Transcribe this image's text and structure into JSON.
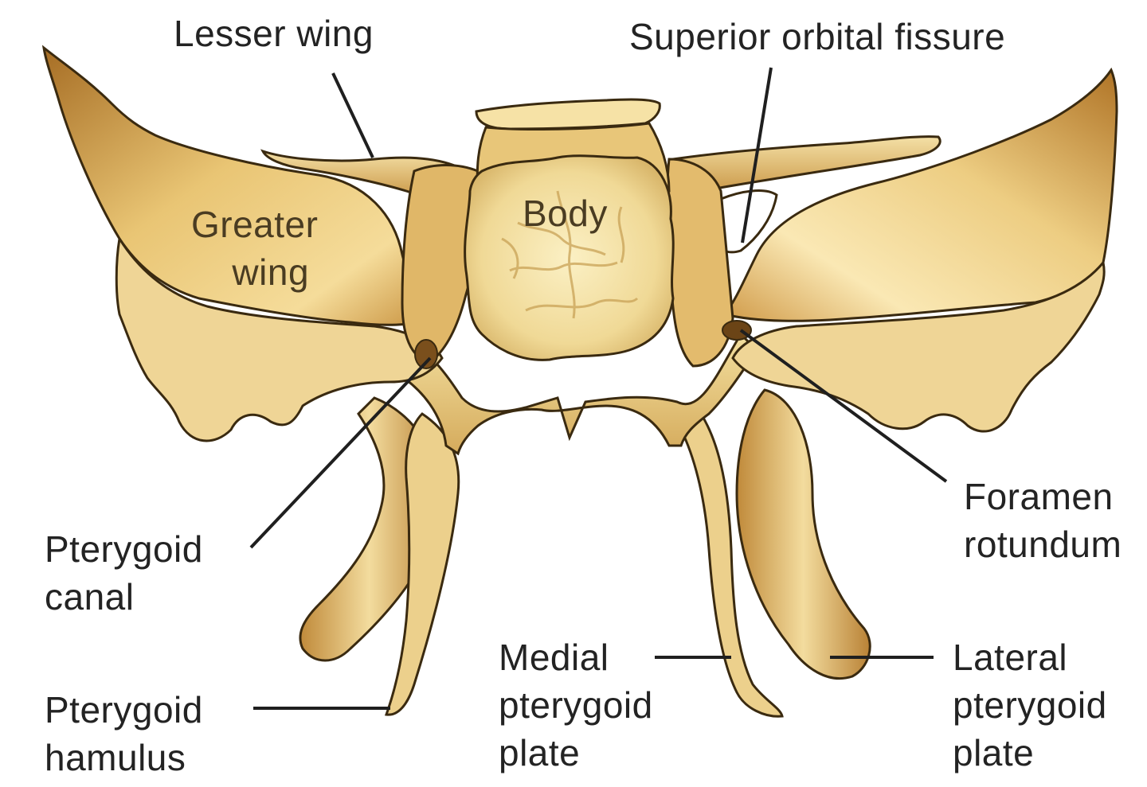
{
  "colors": {
    "bone_light": "#f8eab8",
    "bone_mid": "#e8c373",
    "bone_dark": "#b7822f",
    "bone_shadow": "#8e5b1e",
    "outline": "#3a2a10",
    "leader_line": "#1f1f1f",
    "text": "#232323"
  },
  "labels": {
    "lesser_wing": "Lesser wing",
    "superior_orbital_fissure": "Superior orbital fissure",
    "greater_wing": [
      "Greater",
      "wing"
    ],
    "body": "Body",
    "foramen_rotundum": [
      "Foramen",
      "rotundum"
    ],
    "pterygoid_canal": [
      "Pterygoid",
      "canal"
    ],
    "medial_pterygoid_plate": [
      "Medial",
      "pterygoid",
      "plate"
    ],
    "lateral_pterygoid_plate": [
      "Lateral",
      "pterygoid",
      "plate"
    ],
    "pterygoid_hamulus": [
      "Pterygoid",
      "hamulus"
    ]
  }
}
